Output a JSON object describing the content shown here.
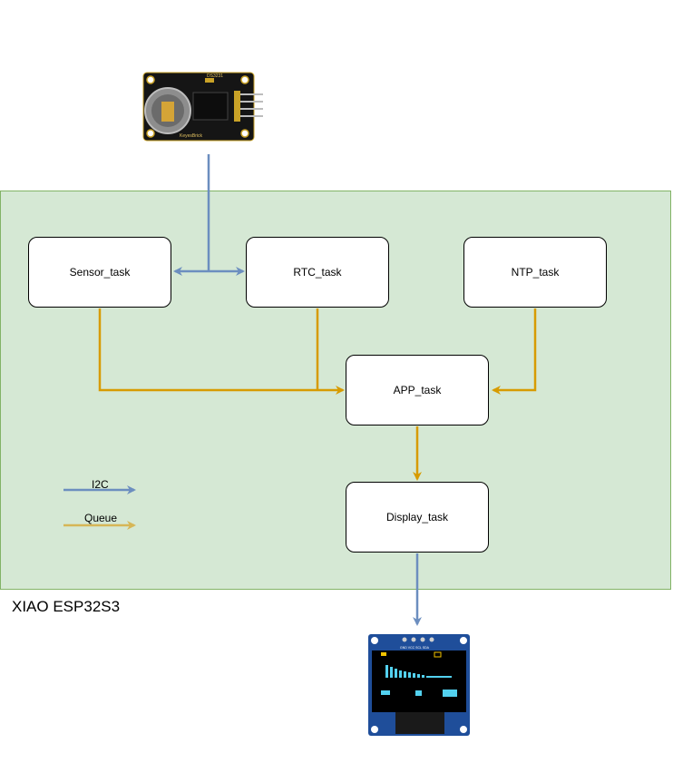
{
  "diagram": {
    "mcu_label": "XIAO ESP32S3",
    "tasks": {
      "sensor": "Sensor_task",
      "rtc": "RTC_task",
      "ntp": "NTP_task",
      "app": "APP_task",
      "display": "Display_task"
    },
    "legend": {
      "i2c": "I2C",
      "queue": "Queue"
    },
    "rtc_module": {
      "chip_label": "DS3231",
      "brand_label": "KeyesBrick"
    },
    "oled_module": {
      "pin_label": "GND VCC SCL SDA"
    },
    "colors": {
      "i2c": "#6c8ebf",
      "queue": "#d79b00",
      "queue_legend": "#d6b656",
      "region_fill": "#d5e8d4",
      "region_border": "#82b366"
    }
  }
}
